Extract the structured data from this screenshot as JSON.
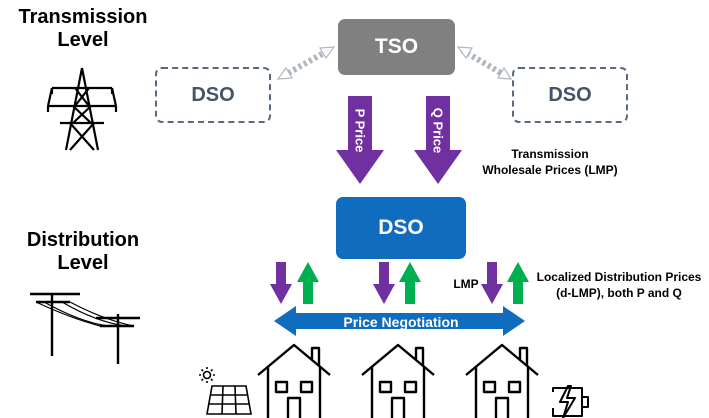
{
  "levels": {
    "transmission": [
      "Transmission",
      "Level"
    ],
    "distribution": [
      "Distribution",
      "Level"
    ]
  },
  "nodes": {
    "tso": "TSO",
    "dso_left": "DSO",
    "dso_right": "DSO",
    "dso_main": "DSO"
  },
  "price_arrows": {
    "p": "P Price",
    "q": "Q Price"
  },
  "annotations": {
    "transmission_prices": [
      "Transmission",
      "Wholesale Prices (LMP)"
    ],
    "lmp": "LMP",
    "distribution_prices": [
      "Localized Distribution Prices",
      "(d-LMP), both P and Q"
    ],
    "price_negotiation": "Price Negotiation"
  },
  "colors": {
    "tso": "#808080",
    "dso_main": "#0f6cbf",
    "negotiation": "#0f6cbf",
    "price_arrow": "#7030a0",
    "up_arrow": "#00b050",
    "dashed_border": "#5a6a7e"
  }
}
